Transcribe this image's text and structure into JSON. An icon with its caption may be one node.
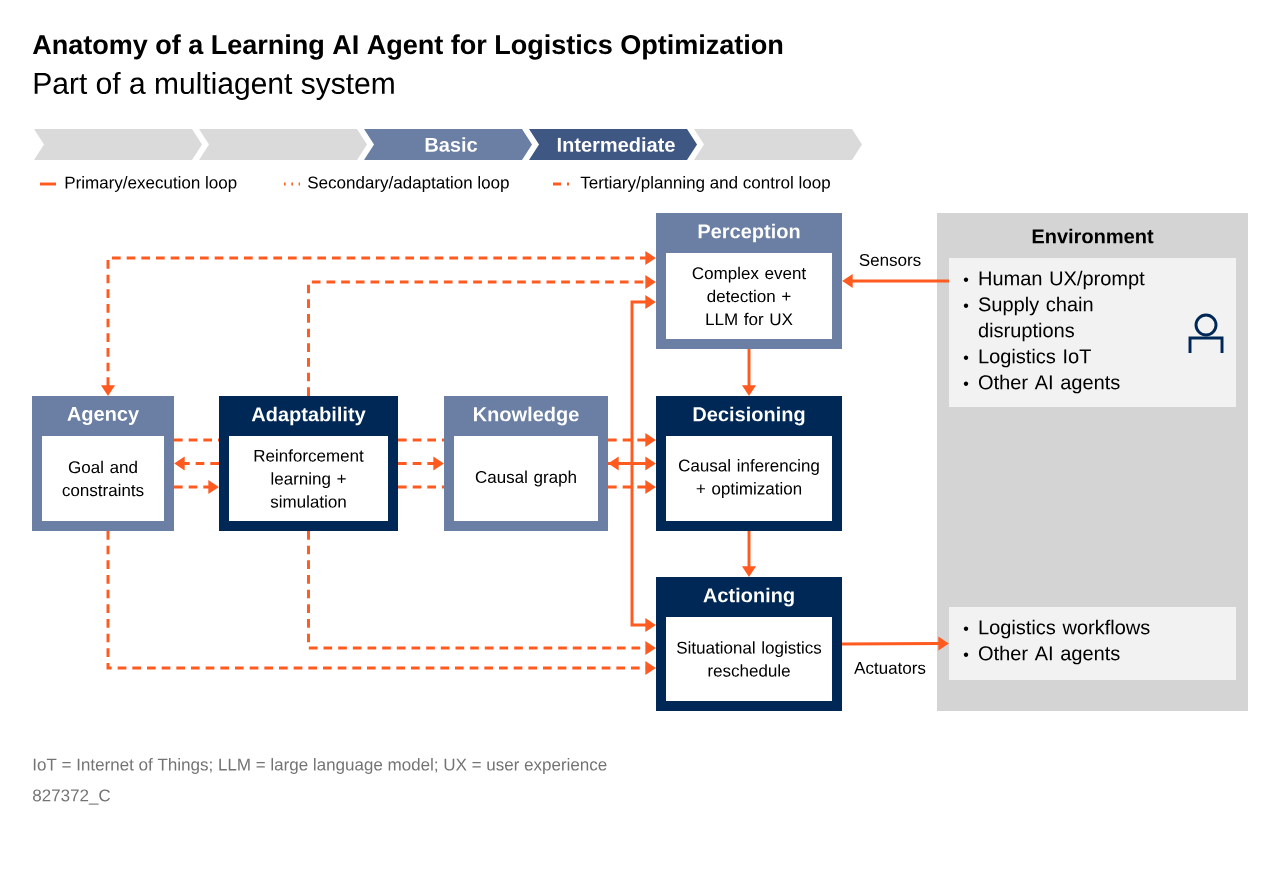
{
  "diagram": {
    "title": "Anatomy of a Learning AI Agent for Logistics Optimization",
    "nodes": [
      {
        "text": [],
        "shape": "chevron"
      },
      {
        "text": [],
        "shape": "chevron"
      },
      {
        "text": [
          "Basic"
        ]
      },
      {
        "text": [
          "Intermediate"
        ]
      },
      {
        "text": [],
        "shape": "chevron"
      },
      {
        "text": [
          "Agency",
          "Goal and constraints"
        ]
      },
      {
        "text": [
          "Adaptability",
          "Reinforcement learning + simulation"
        ]
      },
      {
        "text": [
          "Knowledge",
          "Causal graph"
        ]
      },
      {
        "text": [
          "Perception",
          "Complex event detection + LLM for UX"
        ]
      },
      {
        "text": [
          "Decisioning",
          "Causal inferencing + optimization"
        ]
      },
      {
        "text": [
          "Actioning",
          "Situational logistics reschedule"
        ]
      },
      {
        "text": [
          "Environment"
        ]
      },
      {
        "text": [
          "Human UX/prompt",
          "Supply chain disruptions",
          "Logistics IoT",
          "Other AI agents"
        ],
        "in": 11
      },
      {
        "text": [
          "Logistics workflows",
          "Other AI agents"
        ],
        "in": 11
      }
    ],
    "edges": [
      {
        "from": 5,
        "to": 8,
        "arrow": "both",
        "style": "dashed"
      },
      {
        "from": 6,
        "to": 8,
        "arrow": "to",
        "style": "dashed"
      },
      {
        "from": 7,
        "to": 8,
        "arrow": "to"
      },
      {
        "from": 7,
        "to": 10,
        "arrow": "to"
      },
      {
        "from": 7,
        "to": 9,
        "arrow": "both"
      },
      {
        "from": 5,
        "to": 6,
        "arrow": "none",
        "style": "dashed"
      },
      {
        "from": 6,
        "to": 7,
        "arrow": "none",
        "style": "dashed"
      },
      {
        "from": 7,
        "to": 9,
        "arrow": "to",
        "style": "dashed"
      },
      {
        "from": 6,
        "to": 5,
        "arrow": "to",
        "style": "dashed"
      },
      {
        "from": 6,
        "to": 7,
        "arrow": "to",
        "style": "dashed"
      },
      {
        "from": 6,
        "to": 7,
        "arrow": "none",
        "style": "dashed"
      },
      {
        "from": 7,
        "to": 9,
        "arrow": "to",
        "style": "dashed"
      },
      {
        "from": 5,
        "to": 6,
        "arrow": "to",
        "style": "dashed"
      },
      {
        "from": 8,
        "to": 9,
        "arrow": "to"
      },
      {
        "from": 9,
        "to": 10,
        "arrow": "to"
      },
      {
        "from": 6,
        "to": 10,
        "arrow": "to",
        "style": "dashed"
      },
      {
        "from": 5,
        "to": 10,
        "arrow": "to",
        "style": "dashed"
      },
      {
        "from": 12,
        "to": 8,
        "arrow": "to",
        "label": "Sensors"
      },
      {
        "from": 10,
        "to": 13,
        "arrow": "to",
        "label": "Actuators"
      }
    ],
    "labels": [
      "Part of a multiagent system",
      "IoT = Internet of Things; LLM = large language model; UX = user experience",
      "827372_C"
    ],
    "legend": [
      {
        "text": "Primary/execution loop"
      },
      {
        "text": "Secondary/adaptation loop"
      },
      {
        "text": "Tertiary/planning and control loop"
      }
    ]
  }
}
